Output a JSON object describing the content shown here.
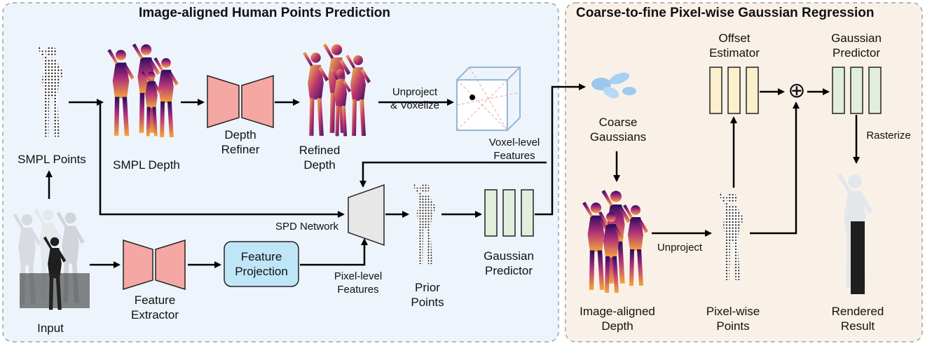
{
  "sections": {
    "left_title": "Image-aligned Human Points Prediction",
    "right_title": "Coarse-to-fine Pixel-wise Gaussian Regression"
  },
  "labels": {
    "smpl_points": "SMPL Points",
    "smpl_depth": "SMPL Depth",
    "depth_refiner": "Depth\nRefiner",
    "refined_depth": "Refined\nDepth",
    "unproject_voxelize": "Unproject\n& Voxelize",
    "voxel_features": "Voxel-level\nFeatures",
    "input": "Input",
    "feature_extractor": "Feature\nExtractor",
    "feature_projection": "Feature\nProjection",
    "pixel_features": "Pixel-level\nFeatures",
    "spd_network": "SPD Network",
    "prior_points": "Prior\nPoints",
    "gaussian_predictor_left": "Gaussian\nPredictor",
    "coarse_gaussians": "Coarse\nGaussians",
    "offset_estimator": "Offset\nEstimator",
    "gaussian_predictor_right": "Gaussian\nPredictor",
    "rasterize": "Rasterize",
    "unproject": "Unproject",
    "image_aligned_depth": "Image-aligned\nDepth",
    "pixel_wise_points": "Pixel-wise\nPoints",
    "rendered_result": "Rendered\nResult",
    "plus_symbol": "⊕"
  },
  "colors": {
    "left_panel_bg": "#eef4fb",
    "right_panel_bg": "#f9f1e8",
    "refiner_fill": "#f4a7a3",
    "projection_fill": "#bfe6f7",
    "predictor_fill": "#e1eedb",
    "offset_fill": "#fbefcc",
    "spd_fill": "#e7e7e7"
  }
}
